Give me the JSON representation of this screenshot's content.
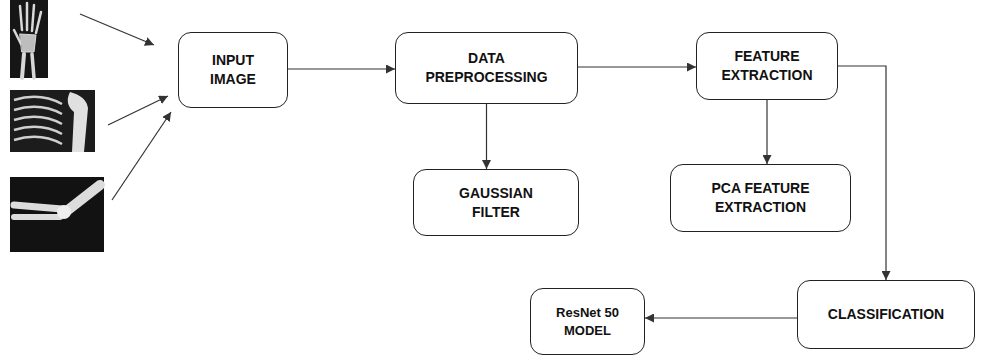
{
  "diagram": {
    "nodes": [
      {
        "text": [
          "INPUT IMAGE"
        ]
      },
      {
        "text": [
          "DATA PREPROCESSING"
        ]
      },
      {
        "text": [
          "FEATURE EXTRACTION"
        ]
      },
      {
        "text": [
          "GAUSSIAN FILTER"
        ]
      },
      {
        "text": [
          "PCA FEATURE EXTRACTION"
        ]
      },
      {
        "text": [
          "CLASSIFICATION"
        ]
      },
      {
        "text": [
          "ResNet 50 MODEL"
        ]
      }
    ],
    "edges": [
      {
        "from": 0,
        "to": 1,
        "arrow": "to"
      },
      {
        "from": 1,
        "to": 2,
        "arrow": "to"
      },
      {
        "from": 1,
        "to": 3,
        "arrow": "to"
      },
      {
        "from": 2,
        "to": 4,
        "arrow": "to"
      },
      {
        "from": 2,
        "to": 5,
        "arrow": "to"
      },
      {
        "from": 5,
        "to": 6,
        "arrow": "to"
      }
    ]
  }
}
